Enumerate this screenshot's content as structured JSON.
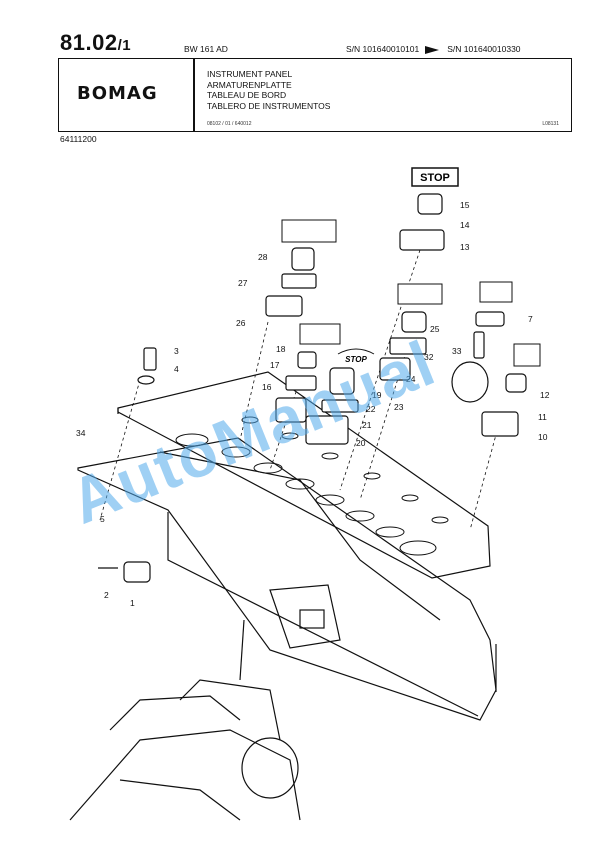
{
  "header": {
    "page_number": "81.02",
    "page_suffix": "/1",
    "model": "BW 161 AD",
    "serial_from": "S/N 101640010101",
    "serial_to": "S/N 101640010330",
    "brand": "BOMAG",
    "titles": [
      "INSTRUMENT PANEL",
      "ARMATURENPLATTE",
      "TABLEAU DE BORD",
      "TABLERO DE INSTRUMENTOS"
    ],
    "reference": "08102 / 01 / 640012",
    "drawing_code": "L08131",
    "part_number": "64111200"
  },
  "drawing": {
    "stop_sign": "STOP",
    "stop_cap": "STOP",
    "callouts": [
      "1",
      "2",
      "3",
      "4",
      "5",
      "7",
      "10",
      "11",
      "12",
      "13",
      "14",
      "15",
      "16",
      "17",
      "18",
      "19",
      "20",
      "21",
      "22",
      "23",
      "24",
      "25",
      "26",
      "27",
      "28",
      "32",
      "33",
      "34"
    ]
  },
  "watermark": "AutoManual"
}
